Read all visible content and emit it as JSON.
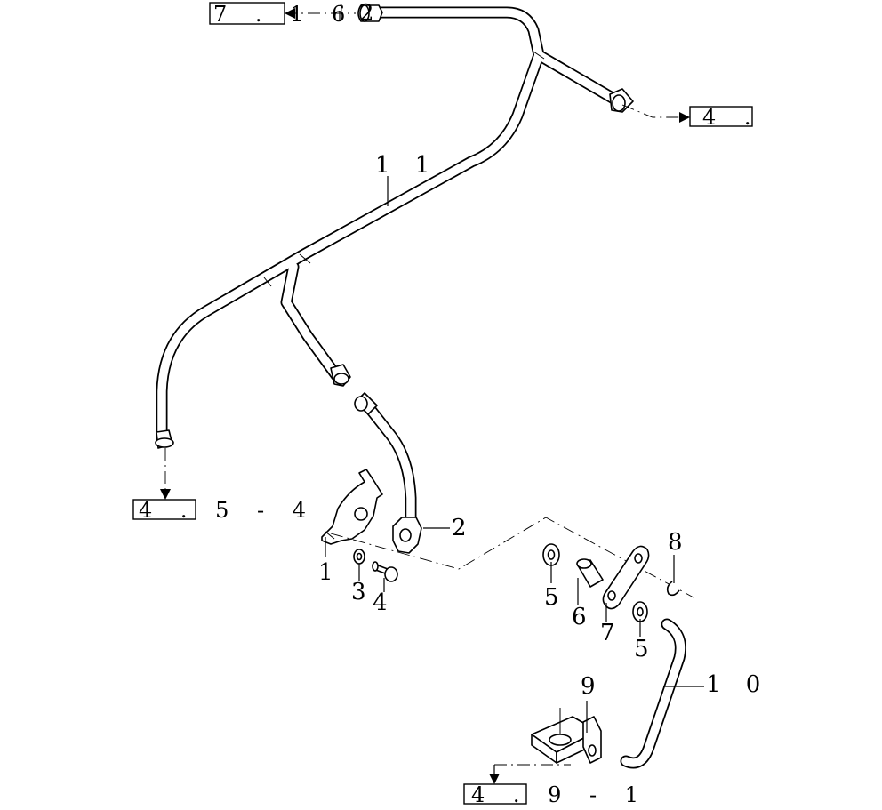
{
  "callouts": {
    "c1": "1",
    "c2": "2",
    "c2_top": "2",
    "c1_top": "1",
    "c3": "3",
    "c4": "4",
    "c5a": "5",
    "c5b": "5",
    "c6": "6",
    "c7": "7",
    "c8": "8",
    "c9": "9",
    "c10": "1 0",
    "c11": "1 1"
  },
  "references": {
    "ref_top_left": "7 . 1 6",
    "ref_right": "4 .",
    "ref_left": "4 . 5 - 4",
    "ref_bottom": "4 . 9 - 1"
  }
}
